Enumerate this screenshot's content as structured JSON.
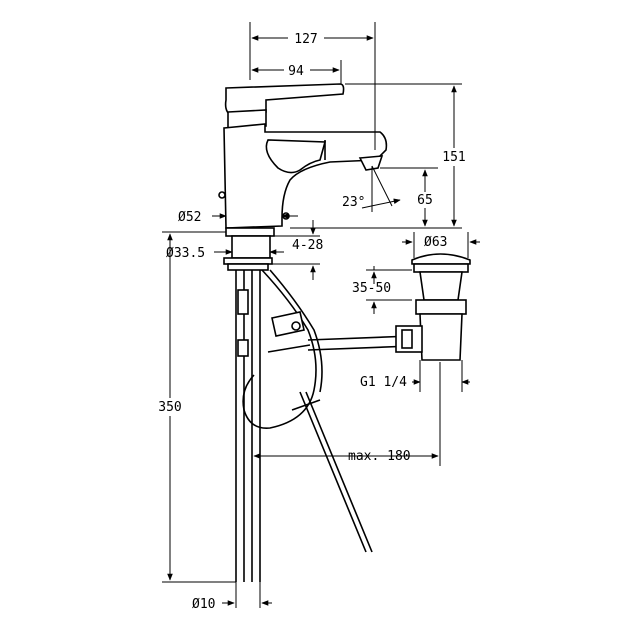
{
  "dimensions": {
    "d127": "127",
    "d94": "94",
    "d151": "151",
    "d65": "65",
    "a23": "23°",
    "dia52": "Ø52",
    "dia33_5": "Ø33.5",
    "r4_28": "4-28",
    "dia63": "Ø63",
    "r35_50": "35-50",
    "g1_4": "G1 1/4",
    "max180": "max. 180",
    "d350": "350",
    "dia10": "Ø10"
  }
}
